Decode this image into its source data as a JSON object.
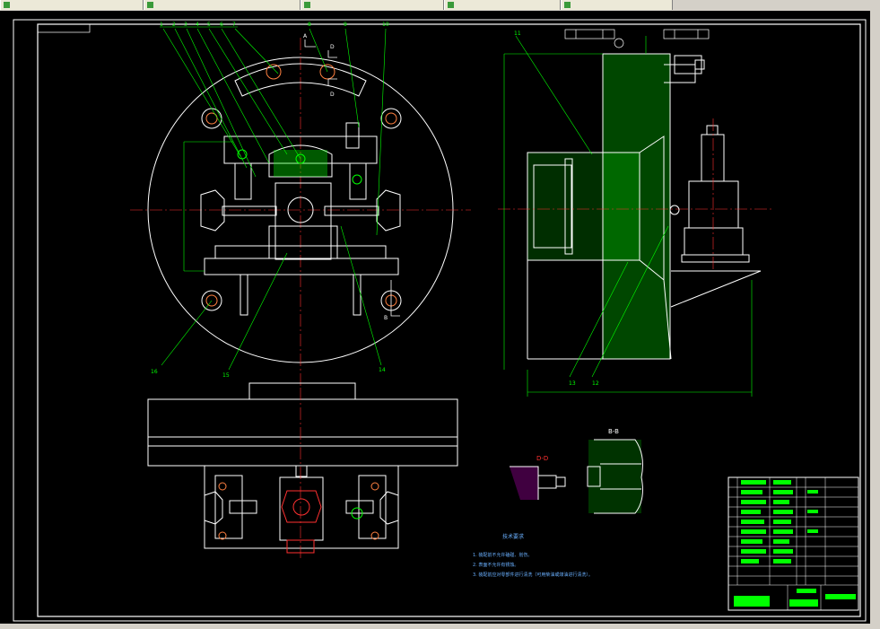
{
  "tabs": [
    {
      "label": "",
      "active": false
    },
    {
      "label": "",
      "active": false
    },
    {
      "label": "",
      "active": false
    },
    {
      "label": "",
      "active": false
    },
    {
      "label": "",
      "active": false
    }
  ],
  "drawing": {
    "callouts": [
      "1",
      "2",
      "3",
      "4",
      "5",
      "6",
      "7",
      "8",
      "9",
      "10",
      "11",
      "12",
      "13",
      "14",
      "15",
      "16"
    ],
    "section_labels": {
      "b_b": "B-B",
      "d_d": "D-D",
      "a": "A",
      "b": "B",
      "d": "D"
    },
    "technical_requirements": {
      "title": "技术要求",
      "items": [
        "1. 装配前不允许磕碰、划伤。",
        "2. 表面不允许有锈蚀。",
        "3. 装配前应对零部件进行清洗（可用柴油或煤油进行清洗）。"
      ]
    }
  },
  "colors": {
    "outline": "#ffffff",
    "leader": "#00ff00",
    "centerline": "#ff3030",
    "hatch": "#00ff00",
    "dimension": "#00ff00",
    "accent": "#ff00ff",
    "text_blue": "#6ab0ff",
    "ui_gray": "#d4d0c8"
  }
}
